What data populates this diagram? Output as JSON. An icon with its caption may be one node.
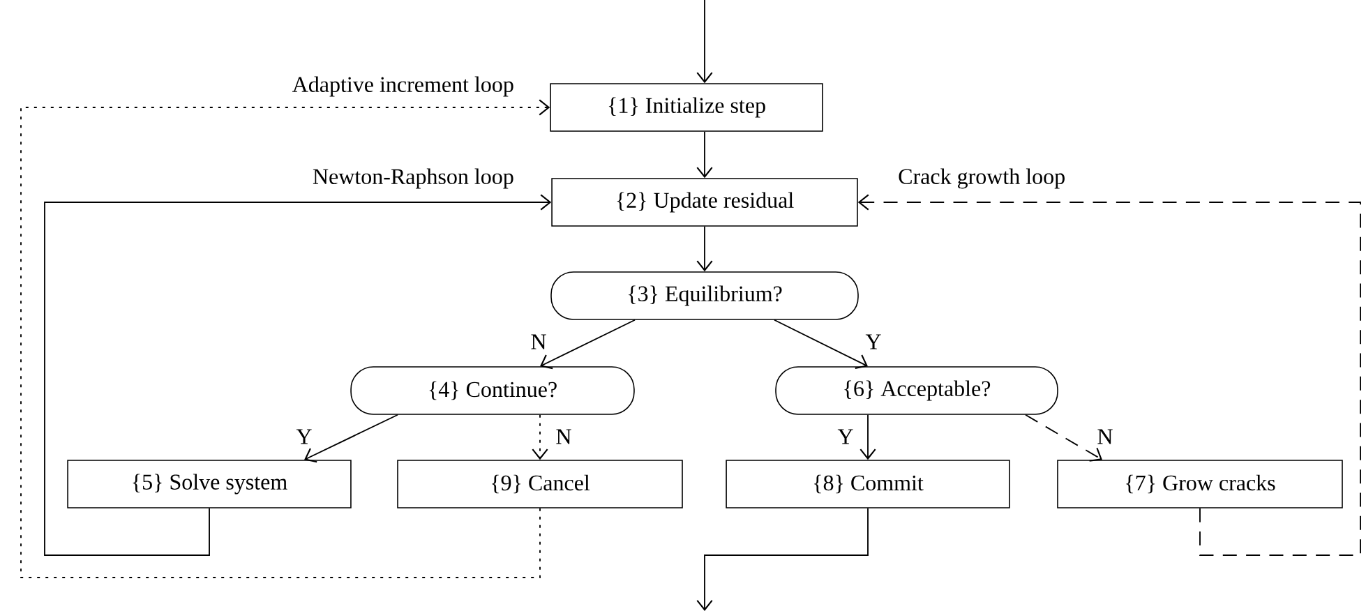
{
  "diagram": {
    "nodes": [
      {
        "text": [
          "{1} Initialize step"
        ]
      },
      {
        "text": [
          "{2} Update residual"
        ]
      },
      {
        "text": [
          "{3} Equilibrium?"
        ]
      },
      {
        "text": [
          "{4} Continue?"
        ]
      },
      {
        "text": [
          "{6} Acceptable?"
        ]
      },
      {
        "text": [
          "{5} Solve system"
        ]
      },
      {
        "text": [
          "{9} Cancel"
        ]
      },
      {
        "text": [
          "{8} Commit"
        ]
      },
      {
        "text": [
          "{7} Grow cracks"
        ]
      }
    ],
    "edges": [
      {
        "from": null,
        "to": 0,
        "arrow": "to"
      },
      {
        "from": 0,
        "to": 1,
        "arrow": "to"
      },
      {
        "from": 1,
        "to": 2,
        "arrow": "to"
      },
      {
        "from": 2,
        "to": 3,
        "arrow": "to",
        "label": "N"
      },
      {
        "from": 2,
        "to": 4,
        "arrow": "to",
        "label": "Y"
      },
      {
        "from": 3,
        "to": 5,
        "arrow": "to",
        "label": "Y"
      },
      {
        "from": 3,
        "to": 6,
        "arrow": "to",
        "label": "N",
        "style": "dashed"
      },
      {
        "from": 4,
        "to": 7,
        "arrow": "to",
        "label": "Y"
      },
      {
        "from": 4,
        "to": 8,
        "arrow": "to",
        "label": "N",
        "style": "dashed"
      },
      {
        "from": 5,
        "to": 1,
        "arrow": "to",
        "label": "Newton-Raphson loop"
      },
      {
        "from": 6,
        "to": 0,
        "arrow": "to",
        "label": "Adaptive increment loop",
        "style": "dashed"
      },
      {
        "from": 8,
        "to": 1,
        "arrow": "to",
        "label": "Crack growth loop",
        "style": "dashed"
      },
      {
        "from": 7,
        "to": null,
        "arrow": "to"
      }
    ]
  }
}
